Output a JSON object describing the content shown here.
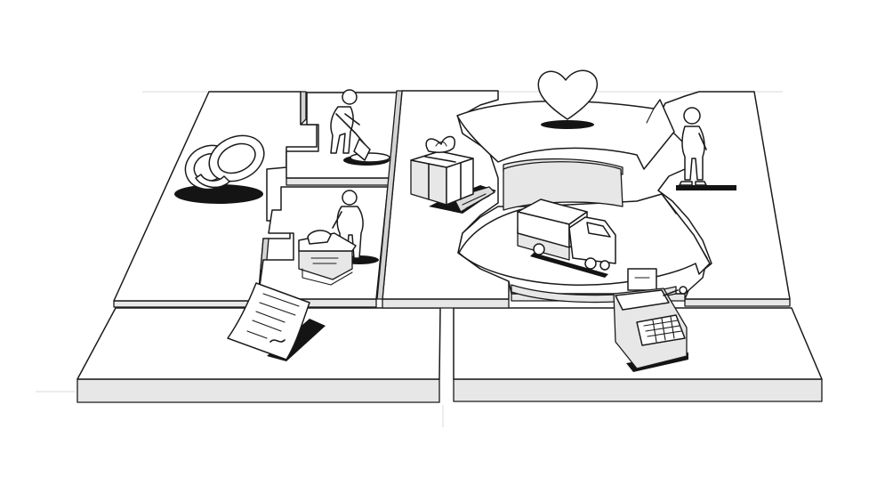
{
  "canvas": {
    "background": "#ffffff",
    "ink_color": "#1a1a1a",
    "block_side_color": "#e7e7e7"
  },
  "blocks": [
    {
      "id": "key-partners",
      "icon": "linked-rings-icon"
    },
    {
      "id": "key-activities",
      "icon": "person-digging-icon"
    },
    {
      "id": "key-resources",
      "icon": "person-with-boxes-icon"
    },
    {
      "id": "value-proposition",
      "icon": "gift-box-icon"
    },
    {
      "id": "customer-relationships",
      "icon": "heart-icon"
    },
    {
      "id": "channels",
      "icon": "delivery-truck-icon"
    },
    {
      "id": "customer-segments",
      "icon": "standing-person-icon"
    },
    {
      "id": "cost-structure",
      "icon": "contract-paper-icon"
    },
    {
      "id": "revenue-streams",
      "icon": "cash-register-icon"
    }
  ]
}
